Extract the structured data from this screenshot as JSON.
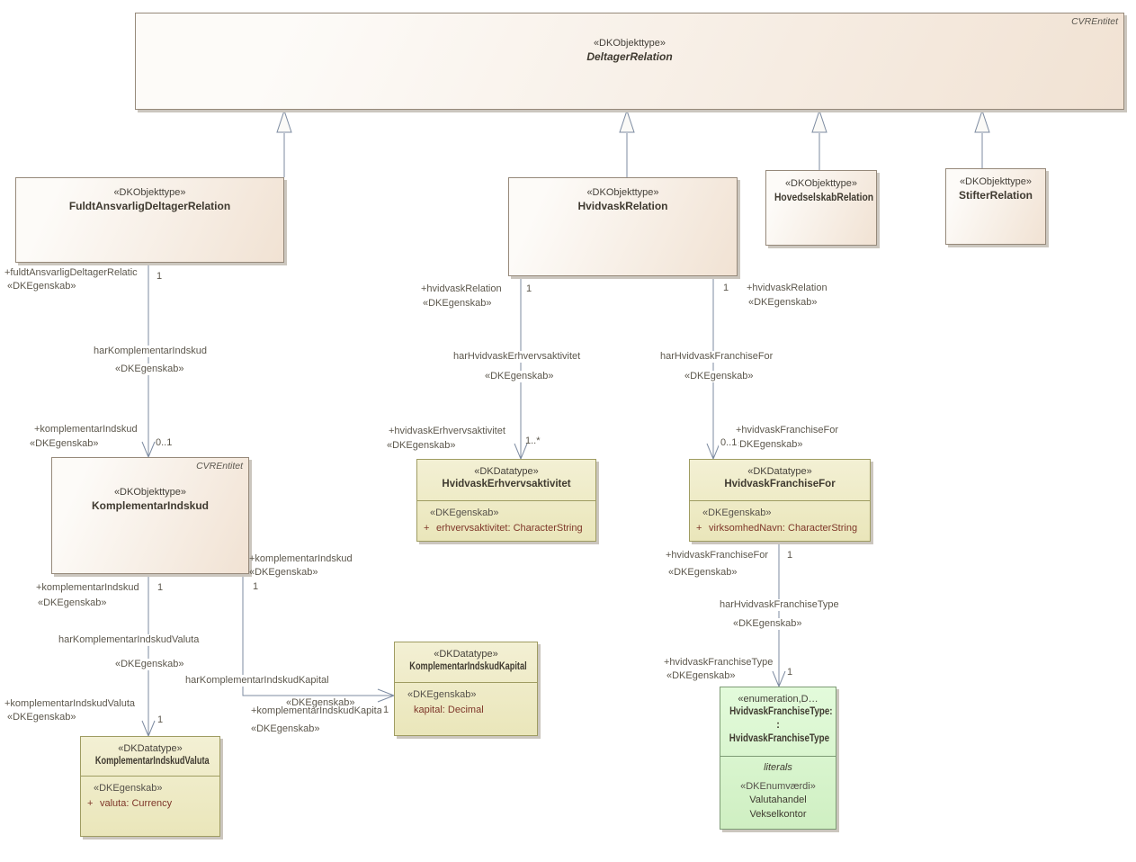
{
  "colors": {
    "object_fill": "#f5ebe0",
    "datatype_fill": "#edeac0",
    "enum_fill": "#d9f5cd",
    "connector": "#7d8ba1",
    "attribute_text": "#7e3629"
  },
  "nodes": {
    "deltagerRelation": {
      "tag": "CVREntitet",
      "stereotype": "«DKObjekttype»",
      "name": "DeltagerRelation"
    },
    "fuldtAnsvarligDeltagerRelation": {
      "stereotype": "«DKObjekttype»",
      "name": "FuldtAnsvarligDeltagerRelation"
    },
    "hvidvaskRelation": {
      "stereotype": "«DKObjekttype»",
      "name": "HvidvaskRelation"
    },
    "hovedselskabRelation": {
      "stereotype": "«DKObjekttype»",
      "name": "HovedselskabRelation"
    },
    "stifterRelation": {
      "stereotype": "«DKObjekttype»",
      "name": "StifterRelation"
    },
    "komplementarIndskud": {
      "tag": "CVREntitet",
      "stereotype": "«DKObjekttype»",
      "name": "KomplementarIndskud"
    },
    "hvidvaskErhvervsaktivitet": {
      "stereotype": "«DKDatatype»",
      "name": "HvidvaskErhvervsaktivitet",
      "attr_stereotype": "«DKEgenskab»",
      "attr_visibility": "+",
      "attr": "erhvervsaktivitet: CharacterString"
    },
    "hvidvaskFranchiseFor": {
      "stereotype": "«DKDatatype»",
      "name": "HvidvaskFranchiseFor",
      "attr_stereotype": "«DKEgenskab»",
      "attr_visibility": "+",
      "attr": "virksomhedNavn: CharacterString"
    },
    "komplementarIndskudKapital": {
      "stereotype": "«DKDatatype»",
      "name": "KomplementarIndskudKapital",
      "attr_stereotype": "«DKEgenskab»",
      "attr_visibility": "",
      "attr": "kapital: Decimal"
    },
    "komplementarIndskudValuta": {
      "stereotype": "«DKDatatype»",
      "name": "KomplementarIndskudValuta",
      "attr_stereotype": "«DKEgenskab»",
      "attr_visibility": "+",
      "attr": "valuta: Currency"
    },
    "hvidvaskFranchiseType": {
      "stereotype": "«enumeration,D…",
      "name_line1": "HvidvaskFranchiseType:",
      "name_line2": ":",
      "name_line3": "HvidvaskFranchiseType",
      "literals_header": "literals",
      "literal_stereotype": "«DKEnumværdi»",
      "literals": [
        "Valutahandel",
        "Vekselkontor"
      ]
    }
  },
  "edges": {
    "harKomplementarIndskud": {
      "source_role": "+fuldtAnsvarligDeltagerRelatic",
      "source_mult": "1",
      "source_stereotype": "«DKEgenskab»",
      "name": "harKomplementarIndskud",
      "name_stereotype": "«DKEgenskab»",
      "target_role": "+komplementarIndskud",
      "target_stereotype": "«DKEgenskab»",
      "target_mult": "0..1"
    },
    "harHvidvaskErhvervsaktivitet": {
      "source_role": "+hvidvaskRelation",
      "source_mult": "1",
      "source_stereotype": "«DKEgenskab»",
      "name": "harHvidvaskErhvervsaktivitet",
      "name_stereotype": "«DKEgenskab»",
      "target_role": "+hvidvaskErhvervsaktivitet",
      "target_stereotype": "«DKEgenskab»",
      "target_mult": "1..*"
    },
    "harHvidvaskFranchiseFor": {
      "source_role": "+hvidvaskRelation",
      "source_mult": "1",
      "source_stereotype": "«DKEgenskab»",
      "name": "harHvidvaskFranchiseFor",
      "name_stereotype": "«DKEgenskab»",
      "target_role": "+hvidvaskFranchiseFor",
      "target_stereotype": "«DKEgenskab»",
      "target_mult": "0..1"
    },
    "harKomplementarIndskudValuta": {
      "source_role": "+komplementarIndskud",
      "source_mult": "1",
      "source_stereotype": "«DKEgenskab»",
      "name": "harKomplementarIndskudValuta",
      "name_stereotype": "«DKEgenskab»",
      "target_role": "+komplementarIndskudValuta",
      "target_stereotype": "«DKEgenskab»",
      "target_mult": "1"
    },
    "harKomplementarIndskudKapital": {
      "source_role": "+komplementarIndskud",
      "source_mult": "1",
      "source_stereotype": "«DKEgenskab»",
      "name": "harKomplementarIndskudKapital",
      "name_stereotype": "«DKEgenskab»",
      "target_role": "+komplementarIndskudKapital",
      "target_stereotype": "«DKEgenskab»",
      "target_mult": "1"
    },
    "harHvidvaskFranchiseType": {
      "source_role": "+hvidvaskFranchiseFor",
      "source_mult": "1",
      "source_stereotype": "«DKEgenskab»",
      "name": "harHvidvaskFranchiseType",
      "name_stereotype": "«DKEgenskab»",
      "target_role": "+hvidvaskFranchiseType",
      "target_stereotype": "«DKEgenskab»",
      "target_mult": "1"
    }
  }
}
